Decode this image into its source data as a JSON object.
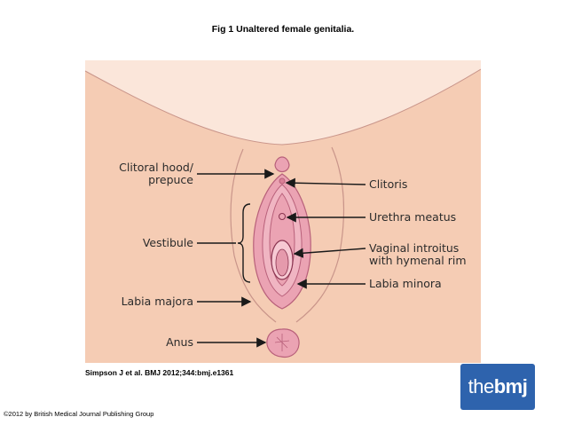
{
  "title": "Fig 1 Unaltered female genitalia.",
  "labels": {
    "clitoral_hood_line1": "Clitoral hood/",
    "clitoral_hood_line2": "prepuce",
    "vestibule": "Vestibule",
    "labia_majora": "Labia majora",
    "anus": "Anus",
    "clitoris": "Clitoris",
    "urethra_meatus": "Urethra meatus",
    "vaginal_introitus_line1": "Vaginal introitus",
    "vaginal_introitus_line2": "with hymenal rim",
    "labia_minora": "Labia minora"
  },
  "citation": "Simpson J et al. BMJ 2012;344:bmj.e1361",
  "copyright": "©2012 by British Medical Journal Publishing Group",
  "logo": {
    "the": "the",
    "bmj": "bmj"
  },
  "colors": {
    "skin": "#f5ccb4",
    "upper_area": "#fbe6da",
    "labia_fill": "#eba3b3",
    "labia_stroke": "#b8607a",
    "line": "#1a1a1a",
    "logo_bg": "#2e63ad"
  }
}
